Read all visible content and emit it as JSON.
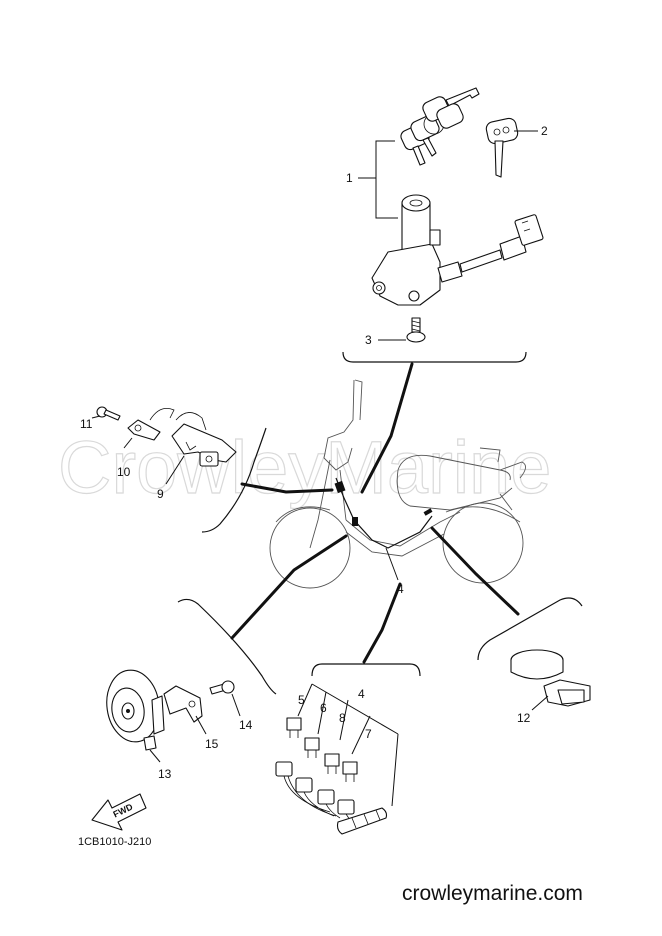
{
  "watermark": "CrowleyMarine",
  "footer": {
    "site": "crowleymarine.com",
    "diagram_code": "1CB1010-J210"
  },
  "fwd_label": "FWD",
  "callouts": {
    "c1": "1",
    "c2": "2",
    "c3": "3",
    "c4a": "4",
    "c4b": "4",
    "c5": "5",
    "c6": "6",
    "c7": "7",
    "c8": "8",
    "c9": "9",
    "c10": "10",
    "c11": "11",
    "c12": "12",
    "c13": "13",
    "c14": "14",
    "c15": "15"
  },
  "parts": [
    {
      "ref": "1",
      "name": "main-switch-assembly-icon"
    },
    {
      "ref": "2",
      "name": "key-icon"
    },
    {
      "ref": "3",
      "name": "screw-icon"
    },
    {
      "ref": "4",
      "name": "wire-harness-icon"
    },
    {
      "ref": "5",
      "name": "fuse-icon"
    },
    {
      "ref": "6",
      "name": "fuse-icon"
    },
    {
      "ref": "7",
      "name": "fuse-icon"
    },
    {
      "ref": "8",
      "name": "fuse-icon"
    },
    {
      "ref": "9",
      "name": "bracket-icon"
    },
    {
      "ref": "10",
      "name": "clamp-icon"
    },
    {
      "ref": "11",
      "name": "bolt-icon"
    },
    {
      "ref": "12",
      "name": "band-icon"
    },
    {
      "ref": "13",
      "name": "horn-icon"
    },
    {
      "ref": "14",
      "name": "bolt-icon"
    },
    {
      "ref": "15",
      "name": "horn-bracket-icon"
    }
  ],
  "colors": {
    "ink": "#111111",
    "watermark": "#d9d9d9",
    "background": "#ffffff"
  }
}
